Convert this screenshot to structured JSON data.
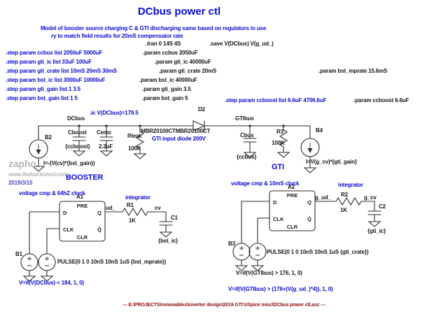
{
  "title": "DCbus power ctl",
  "comments": {
    "subtitle1": "Model of booster source charging C & GTI discharging same based on regulators in use",
    "subtitle2": "ry to match field results for 20mS compensator rate",
    "gti_diode_note": "GTI input diode 200V",
    "booster_label": "BOOSTER",
    "gti_label": "GTI",
    "boost_clock_note": "voltage cmp & 64hZ clock",
    "gti_clock_note": "voltage cmp & 10mS clock",
    "boost_integrator_note": "integrator",
    "gti_integrator_note": "integrator",
    "boost_formula_note": "V=if(V(DCbus) < 184, 1, 0)",
    "gti_formula_note": "V=if(V(GTIbus) > (176+(V(g_ud_)*4)), 1, 0)"
  },
  "directives": {
    "tran": ".tran 0 14S 4S",
    "save": ".save V(DCbus) V(g_ud_)",
    "step_ccbus": ".step param ccbus list 2050uF 5000uF",
    "param_ccbus": ".param ccbus 2050uF",
    "step_gti_ic": ".step param gti_ic list 33uF 100uF",
    "param_gti_ic": ".param gti_ic 40000uF",
    "step_gti_crate": ".step param gti_crate list 10mS 20mS 30mS",
    "param_gti_crate": ".param gti_crate 20mS",
    "param_bst_mprate": ".param bst_mprate 15.6mS",
    "step_bst_ic": ".step param bst_ic list 3000uF 10000uF",
    "param_bst_ic": ".param bst_ic 40000uF",
    "step_gti_gain": ".step param gti_gain list 1 3.5",
    "param_gti_gain": ".param gti_gain 3.5",
    "step_bst_gain": ".step param bst_gain list 1 5",
    "param_bst_gain": ".param bst_gain 5",
    "step_ccboost": ".step param ccboost list 6.6uF 4706.6uF",
    "param_ccboost": ".param ccboost 6.6uF",
    "ic": ".ic V(DCbus)=179.5"
  },
  "nodes": {
    "dcbus": "DCbus",
    "gtibus": "GTIbus",
    "ud": "ud_",
    "cv": "cv",
    "g_ud": "g_ud_",
    "g_cv": "g_cv"
  },
  "components": {
    "b2": {
      "ref": "B2",
      "value": "I=-(V(cv)*{bst_gain})"
    },
    "cboost": {
      "ref": "Cboost",
      "value": "{ccboost}"
    },
    "cemc": {
      "ref": "Cemc",
      "value": "2.2uF"
    },
    "rleak": {
      "ref": "Rleak",
      "value": "100K"
    },
    "d2": {
      "ref": "D2",
      "value": "MBR20100CTMBR20100CT"
    },
    "cbus": {
      "ref": "Cbus",
      "value": "{ccbus}"
    },
    "r3": {
      "ref": "R3",
      "value": "100K"
    },
    "b4": {
      "ref": "B4",
      "value": "I=V(g_cv)*{gti_gain}"
    },
    "a1": {
      "ref": "A1"
    },
    "r1": {
      "ref": "R1",
      "value": "1K"
    },
    "c1": {
      "ref": "C1",
      "value": "{bst_ic}"
    },
    "b1": {
      "ref": "B1"
    },
    "v1": {
      "value": "PULSE(0 1 0 10nS 10nS 1uS {bst_mprate})"
    },
    "a2": {
      "ref": "A2"
    },
    "r2": {
      "ref": "R2",
      "value": "1K"
    },
    "c2": {
      "ref": "C2",
      "value": "{gti_ic}"
    },
    "b3": {
      "ref": "B3",
      "value": "V=if(V(GTIbus) > 176, 1, 0)"
    },
    "v2": {
      "value": "PULSE(0 1 0 10nS 10nS 1uS {gti_crate})"
    }
  },
  "pins": {
    "pre": "PRE",
    "d": "D",
    "clk": "CLK",
    "clr": "CLR",
    "q": "Q",
    "qbar": "Q̄"
  },
  "watermark": {
    "name": "zapho",
    "site": "www.thebackshed.com",
    "date": "2019/3/15"
  },
  "footer": "---  E:\\PROJECTS\\renewables\\inverter design\\2019 GTI's\\Spice misc\\DCbus power ctl.asc  ---"
}
